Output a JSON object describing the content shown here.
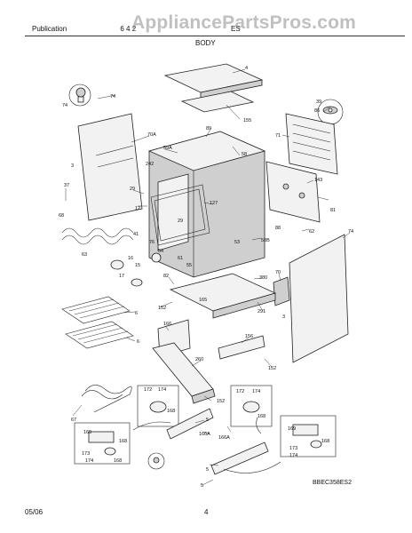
{
  "header": {
    "publication": "Publication",
    "publication_suffix": "6 4 2",
    "model": "ES",
    "section": "BODY"
  },
  "watermark": "AppliancePartsPros.com",
  "footer": {
    "date": "05/06",
    "page": "4"
  },
  "diagram_code": "BBEC358ES2",
  "callouts": {
    "p4": "4",
    "p74a": "74",
    "p74b": "74",
    "p155": "155",
    "p39": "39",
    "p86": "86",
    "p71": "71",
    "p70A": "70A",
    "p3a": "3",
    "p3b": "3",
    "p59A": "59A",
    "p89": "89",
    "p58": "58",
    "p242": "242",
    "p29a": "29",
    "p29b": "29",
    "p127": "127",
    "p12": "12",
    "p37": "37",
    "p68": "68",
    "p63": "63",
    "p41": "41",
    "p76": "76",
    "p16": "16",
    "p15": "15",
    "p17": "17",
    "p54": "54",
    "p53": "53",
    "p55": "55",
    "p61": "61",
    "p143": "143",
    "p81": "81",
    "p62": "62",
    "p88": "88",
    "p58B": "58B",
    "p74c": "74",
    "p82": "82",
    "p380": "380",
    "p70": "70",
    "p152a": "152",
    "p165": "165",
    "p291": "291",
    "p6a": "6",
    "p6b": "6",
    "p166a": "166",
    "p156": "156",
    "p152b": "152",
    "p260": "260",
    "p152c": "152",
    "p172a": "172",
    "p174a": "174",
    "p168a": "168",
    "p67": "67",
    "p5a": "5",
    "p166A": "166A",
    "p172b": "172",
    "p174b": "174",
    "p168b": "168",
    "p166Ab": "166A",
    "p5b": "5",
    "p169a": "169",
    "p173a": "173",
    "p174c": "174",
    "p168c": "168",
    "p168d": "168",
    "p169b": "169",
    "p173b": "173",
    "p174d": "174",
    "p168e": "168",
    "p5c": "5"
  },
  "icons": [
    "bulb-icon",
    "fan-icon",
    "screw-icon"
  ]
}
